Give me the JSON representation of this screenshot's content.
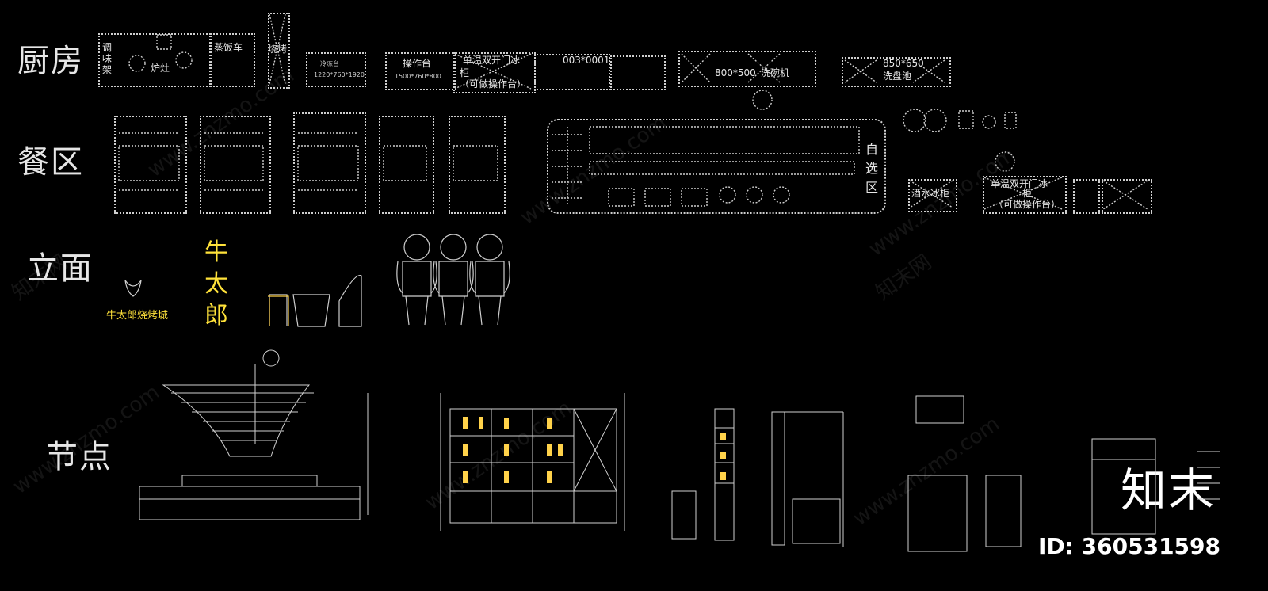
{
  "sections": {
    "kitchen": "厨房",
    "dining": "餐区",
    "elevation": "立面",
    "nodes": "节点"
  },
  "kitchen": {
    "seasoning_rack": "调味架",
    "stove": "炉灶",
    "steam_cabinet": "蒸饭车",
    "grill": "烧烤",
    "cold_table_label": "冷冻台",
    "cold_table_size": "1220*760*1920",
    "work_table_label": "操作台",
    "work_table_size": "1500*760*800",
    "fridge_label_1": "单温双开门冰",
    "fridge_label_2": "柜",
    "fridge_label_3": "（可做操作台）",
    "unit_size": "003*0001",
    "dishwasher_size": "800*500",
    "dish_table": "洗碗机",
    "sink_size": "850*650",
    "sink_label": "洗盘池"
  },
  "dining": {
    "self_service_1": "自",
    "self_service_2": "选",
    "self_service_3": "区",
    "drinks_cabinet": "酒水冰柜",
    "fridge_label": "单温双开门冰",
    "fridge_sub": "柜",
    "fridge_note": "（可做操作台）"
  },
  "elevation": {
    "brand_line_1": "牛",
    "brand_line_2": "太",
    "brand_line_3": "郎",
    "brand_full": "牛太郎烧烤城"
  },
  "watermark": {
    "text": "www.znzmo.com",
    "brand": "知末网"
  },
  "id_badge": {
    "logo": "知末",
    "id": "ID: 360531598"
  },
  "colors": {
    "background": "#000000",
    "line": "#cfcfcf",
    "yellow": "#ffe23a"
  }
}
